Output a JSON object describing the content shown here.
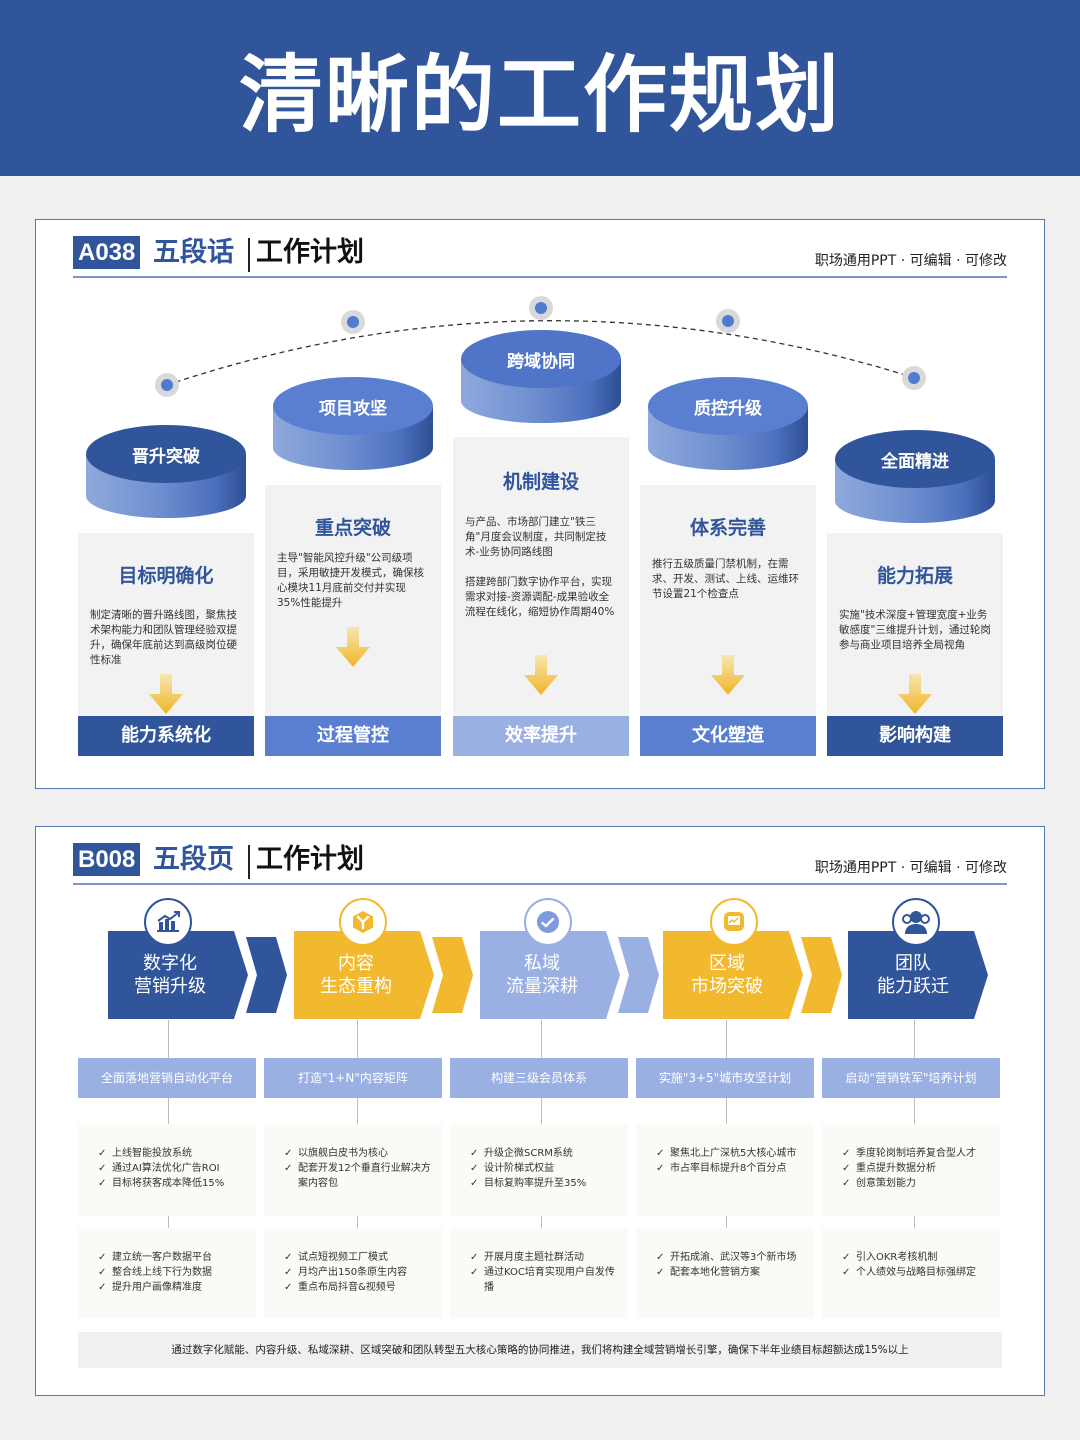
{
  "banner": {
    "title": "清晰的工作规划"
  },
  "colors": {
    "dark_blue": "#30559b",
    "mid_blue": "#5a7fd1",
    "light_blue": "#9ab0e2",
    "yellow": "#f2b92e",
    "card_bg": "#f2f2f3"
  },
  "panel_a": {
    "header": {
      "code": "A038",
      "kind": "五段话",
      "title": "工作计划",
      "note": "职场通用PPT · 可编辑 · 可修改"
    },
    "steps": [
      {
        "cylinder": "晋升突破",
        "title": "目标明确化",
        "text": "制定清晰的晋升路线图，聚焦技术架构能力和团队管理经验双提升，确保年底前达到高级岗位硬性标准",
        "footer": "能力系统化"
      },
      {
        "cylinder": "项目攻坚",
        "title": "重点突破",
        "text": "主导\"智能风控升级\"公司级项目，采用敏捷开发模式，确保核心模块11月底前交付并实现35%性能提升",
        "footer": "过程管控"
      },
      {
        "cylinder": "跨域协同",
        "title": "机制建设",
        "text": "与产品、市场部门建立\"铁三角\"月度会议制度，共同制定技术-业务协同路线图\n\n搭建跨部门数字协作平台，实现需求对接-资源调配-成果验收全流程在线化，缩短协作周期40%",
        "footer": "效率提升"
      },
      {
        "cylinder": "质控升级",
        "title": "体系完善",
        "text": "推行五级质量门禁机制，在需求、开发、测试、上线、运维环节设置21个检查点",
        "footer": "文化塑造"
      },
      {
        "cylinder": "全面精进",
        "title": "能力拓展",
        "text": "实施\"技术深度+管理宽度+业务敏感度\"三维提升计划，通过轮岗参与商业项目培养全局视角",
        "footer": "影响构建"
      }
    ]
  },
  "panel_b": {
    "header": {
      "code": "B008",
      "kind": "五段页",
      "title": "工作计划",
      "note": "职场通用PPT · 可编辑 · 可修改"
    },
    "stages": [
      {
        "icon": "chart-growth-icon",
        "label": "数字化\n营销升级",
        "strip": "全面落地营销自动化平台",
        "list1": [
          "上线智能投放系统",
          "通过AI算法优化广告ROI",
          "目标将获客成本降低15%"
        ],
        "list2": [
          "建立统一客户数据平台",
          "整合线上线下行为数据",
          "提升用户画像精准度"
        ]
      },
      {
        "icon": "cube-icon",
        "label": "内容\n生态重构",
        "strip": "打造\"1+N\"内容矩阵",
        "list1": [
          "以旗舰白皮书为核心",
          "配套开发12个垂直行业解决方案内容包"
        ],
        "list2": [
          "试点短视频工厂模式",
          "月均产出150条原生内容",
          "重点布局抖音&视频号"
        ]
      },
      {
        "icon": "check-badge-icon",
        "label": "私域\n流量深耕",
        "strip": "构建三级会员体系",
        "list1": [
          "升级企微SCRM系统",
          "设计阶梯式权益",
          "目标复购率提升至35%"
        ],
        "list2": [
          "开展月度主题社群活动",
          "通过KOC培育实现用户自发传播"
        ]
      },
      {
        "icon": "screen-chart-icon",
        "label": "区域\n市场突破",
        "strip": "实施\"3+5\"城市攻坚计划",
        "list1": [
          "聚焦北上广深杭5大核心城市",
          "市占率目标提升8个百分点"
        ],
        "list2": [
          "开拓成渝、武汉等3个新市场",
          "配套本地化营销方案"
        ]
      },
      {
        "icon": "team-icon",
        "label": "团队\n能力跃迁",
        "strip": "启动\"营销铁军\"培养计划",
        "list1": [
          "季度轮岗制培养复合型人才",
          "重点提升数据分析",
          "创意策划能力"
        ],
        "list2": [
          "引入OKR考核机制",
          "个人绩效与战略目标强绑定"
        ]
      }
    ],
    "summary": "通过数字化赋能、内容升级、私域深耕、区域突破和团队转型五大核心策略的协同推进，我们将构建全域营销增长引擎，确保下半年业绩目标超额达成15%以上"
  }
}
